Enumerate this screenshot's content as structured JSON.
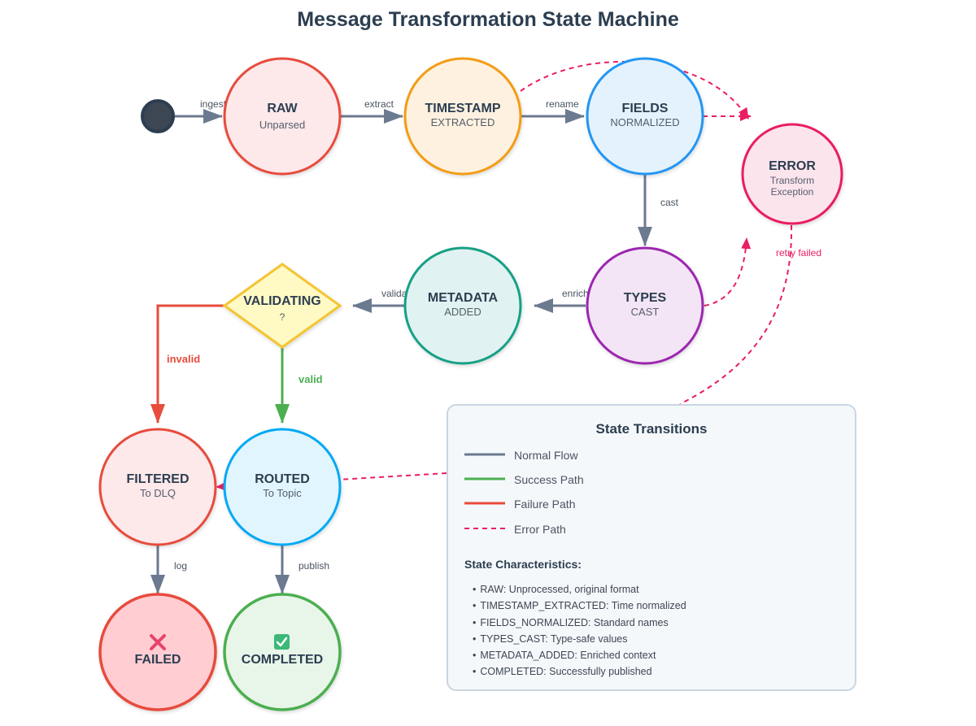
{
  "title": "Message Transformation State Machine",
  "states": {
    "raw": {
      "name": "RAW",
      "sub": "Unparsed"
    },
    "timestamp": {
      "name": "TIMESTAMP",
      "sub": "EXTRACTED"
    },
    "fields": {
      "name": "FIELDS",
      "sub": "NORMALIZED"
    },
    "error": {
      "name": "ERROR",
      "sub1": "Transform",
      "sub2": "Exception"
    },
    "types": {
      "name": "TYPES",
      "sub": "CAST"
    },
    "metadata": {
      "name": "METADATA",
      "sub": "ADDED"
    },
    "validating": {
      "name": "VALIDATING",
      "sub": "?"
    },
    "filtered": {
      "name": "FILTERED",
      "sub": "To DLQ"
    },
    "routed": {
      "name": "ROUTED",
      "sub": "To Topic"
    },
    "failed": {
      "name": "FAILED",
      "icon": "red-x-icon"
    },
    "completed": {
      "name": "COMPLETED",
      "icon": "green-check-icon"
    }
  },
  "transitions": {
    "ingest": "ingest",
    "extract": "extract",
    "rename": "rename",
    "cast": "cast",
    "enrich": "enrich",
    "validate": "validate",
    "invalid": "invalid",
    "valid": "valid",
    "log": "log",
    "publish": "publish",
    "retry_failed": "retry failed"
  },
  "legend": {
    "title": "State Transitions",
    "items": [
      {
        "label": "Normal Flow",
        "color": "#6b7a8f",
        "dashed": false
      },
      {
        "label": "Success Path",
        "color": "#4caf50",
        "dashed": false
      },
      {
        "label": "Failure Path",
        "color": "#e74c3c",
        "dashed": false
      },
      {
        "label": "Error Path",
        "color": "#e91e63",
        "dashed": true
      }
    ],
    "characteristics_title": "State Characteristics:",
    "characteristics": [
      "RAW: Unprocessed, original format",
      "TIMESTAMP_EXTRACTED: Time normalized",
      "FIELDS_NORMALIZED: Standard names",
      "TYPES_CAST: Type-safe values",
      "METADATA_ADDED: Enriched context",
      "COMPLETED: Successfully published"
    ]
  },
  "colors": {
    "normal": "#6b7a8f",
    "success": "#4caf50",
    "failure": "#e74c3c",
    "error": "#e91e63",
    "raw_fill": "#fde8ea",
    "raw_stroke": "#e74c3c",
    "timestamp_fill": "#fff1e0",
    "timestamp_stroke": "#f39c12",
    "fields_fill": "#e3f2fd",
    "fields_stroke": "#2196f3",
    "error_fill": "#fce4ec",
    "error_stroke": "#e91e63",
    "types_fill": "#f3e5f5",
    "types_stroke": "#9c27b0",
    "metadata_fill": "#e0f2f1",
    "metadata_stroke": "#16a085",
    "validating_fill": "#fff9c4",
    "validating_stroke": "#f4c430",
    "filtered_fill": "#fde8ea",
    "filtered_stroke": "#e74c3c",
    "routed_fill": "#e1f5fe",
    "routed_stroke": "#03a9f4",
    "failed_fill": "#ffcdd2",
    "failed_stroke": "#e74c3c",
    "completed_fill": "#e8f5e9",
    "completed_stroke": "#4caf50"
  }
}
